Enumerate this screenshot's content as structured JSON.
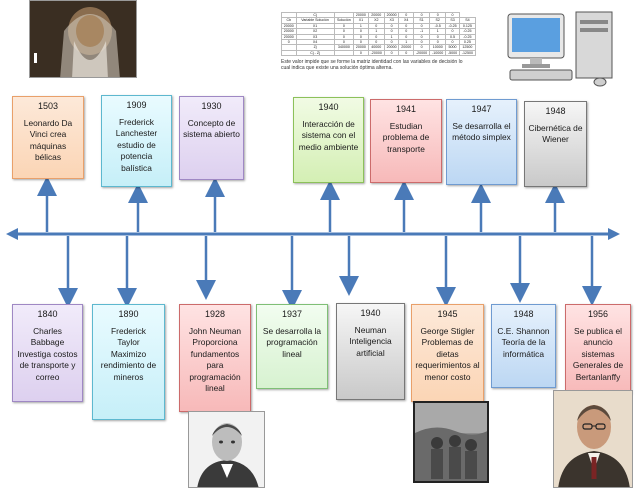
{
  "events_top": [
    {
      "year": "1503",
      "text": "Leonardo Da Vinci crea máquinas bélicas"
    },
    {
      "year": "1909",
      "text": "Frederick Lanchester estudio de potencia balística"
    },
    {
      "year": "1930",
      "text": "Concepto de sistema abierto"
    },
    {
      "year": "1940",
      "text": "Interacción de sistema con el medio ambiente"
    },
    {
      "year": "1941",
      "text": "Estudian problema de transporte"
    },
    {
      "year": "1947",
      "text": "Se desarrolla el método simplex"
    },
    {
      "year": "1948",
      "text": "Cibernética de Wiener"
    }
  ],
  "events_bottom": [
    {
      "year": "1840",
      "text": "Charles Babbage\nInvestiga costos de transporte y correo"
    },
    {
      "year": "1890",
      "text": "Frederick\nTaylor\nMaximizo rendimiento de mineros"
    },
    {
      "year": "1928",
      "text": "John Neuman\nProporciona fundamentos para programación lineal"
    },
    {
      "year": "1937",
      "text": "Se desarrolla la programación lineal"
    },
    {
      "year": "1940",
      "text": "Neuman\nInteligencia artificial"
    },
    {
      "year": "1945",
      "text": "George Stigler\nProblemas de dietas requerimientos al menor costo"
    },
    {
      "year": "1948",
      "text": "C.E. Shannon\nTeoría de la informática"
    },
    {
      "year": "1956",
      "text": "Se publica el anuncio sistemas Generales de Bertanlanffy"
    }
  ],
  "simplex_table": {
    "header1": [
      "",
      "Cj",
      "",
      "20000",
      "20000",
      "20000",
      "0",
      "0",
      "0",
      "0"
    ],
    "header2": [
      "Cb",
      "Variable Solución",
      "Solución",
      "X1",
      "X2",
      "X3",
      "X4",
      "S1",
      "S2",
      "S3",
      "S4"
    ],
    "rows": [
      [
        "20000",
        "X1",
        "0",
        "1",
        "0",
        "0",
        "0",
        "0",
        "-0.5",
        "-0.25",
        "0.125"
      ],
      [
        "20000",
        "X2",
        "0",
        "0",
        "1",
        "0",
        "0",
        "-1",
        "1",
        "0",
        "-0.25"
      ],
      [
        "20000",
        "X3",
        "0",
        "0",
        "0",
        "1",
        "0",
        "0",
        "0",
        "0.5",
        "-0.25"
      ],
      [
        "0",
        "X4",
        "0",
        "0",
        "0",
        "0",
        "1",
        "0",
        "0",
        "0",
        "0.25"
      ],
      [
        "",
        "Zj",
        "340000",
        "20000",
        "40000",
        "20000",
        "20000",
        "0",
        "10000",
        "5000",
        "12500"
      ],
      [
        "",
        "Cj - Zj",
        "",
        "0",
        "-20000",
        "0",
        "0",
        "-20000",
        "-10000",
        "-5000",
        "-12500"
      ]
    ],
    "note": "Este valor impide que se forme la matriz identidad con las variables de decisión lo cual indica que existe una solución óptima alterna."
  },
  "images": {
    "portrait_top": "portrait of Leonardo da Vinci",
    "portrait_neumann": "portrait of John von Neumann",
    "trench_photo": "soldiers in a trench",
    "portrait_bertalanffy": "portrait of Ludwig von Bertalanffy",
    "computer": "desktop computer illustration"
  }
}
